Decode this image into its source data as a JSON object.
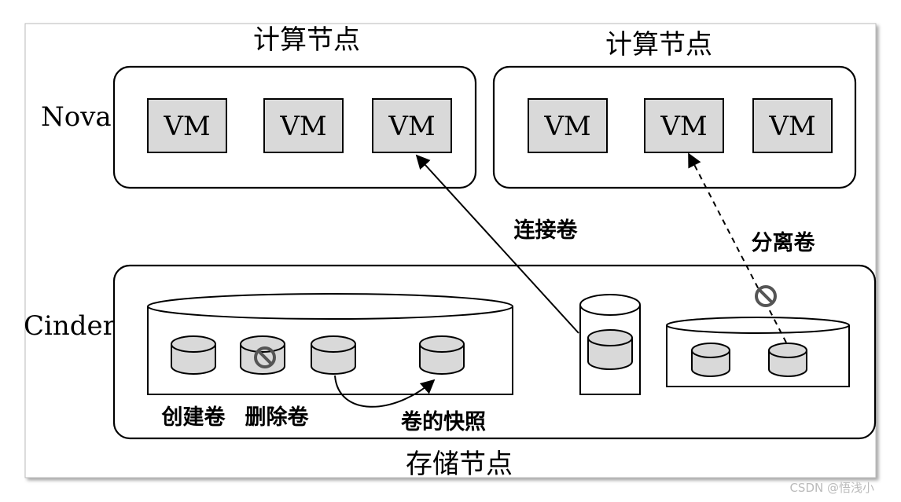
{
  "layers": {
    "nova_label": "Nova",
    "cinder_label": "Cinder"
  },
  "compute_nodes": [
    {
      "title": "计算节点",
      "vms": [
        "VM",
        "VM",
        "VM"
      ]
    },
    {
      "title": "计算节点",
      "vms": [
        "VM",
        "VM",
        "VM"
      ]
    }
  ],
  "storage_node": {
    "title": "存储节点",
    "op_create": "创建卷",
    "op_delete": "删除卷",
    "op_snapshot": "卷的快照"
  },
  "edges": {
    "attach_label": "连接卷",
    "detach_label": "分离卷"
  },
  "watermark": "CSDN @悟浅小"
}
